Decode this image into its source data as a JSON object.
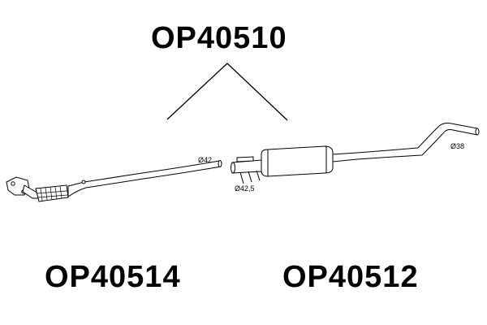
{
  "assembly": {
    "part_number": "OP40510"
  },
  "front_section": {
    "part_number": "OP40514",
    "outlet_diameter": "Ø42"
  },
  "rear_section": {
    "part_number": "OP40512",
    "inlet_diameter": "Ø42,5",
    "tail_diameter": "Ø38"
  }
}
